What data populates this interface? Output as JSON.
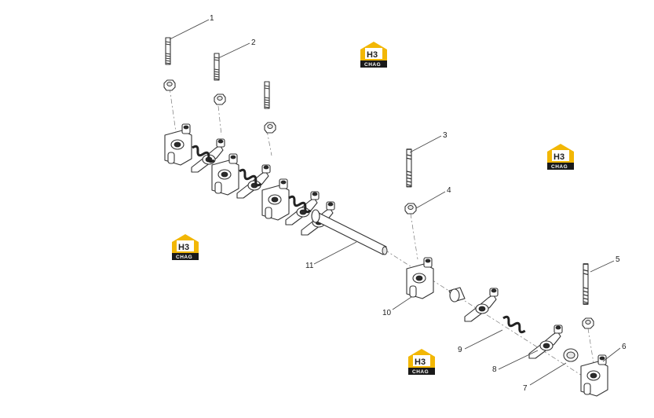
{
  "callouts": {
    "c1": "1",
    "c2": "2",
    "c3": "3",
    "c4": "4",
    "c5": "5",
    "c6": "6",
    "c7": "7",
    "c8": "8",
    "c9": "9",
    "c10": "10",
    "c11": "11"
  },
  "watermark": {
    "brand": "H3",
    "sub": "CHAG",
    "accent_color": "#f2b705"
  }
}
